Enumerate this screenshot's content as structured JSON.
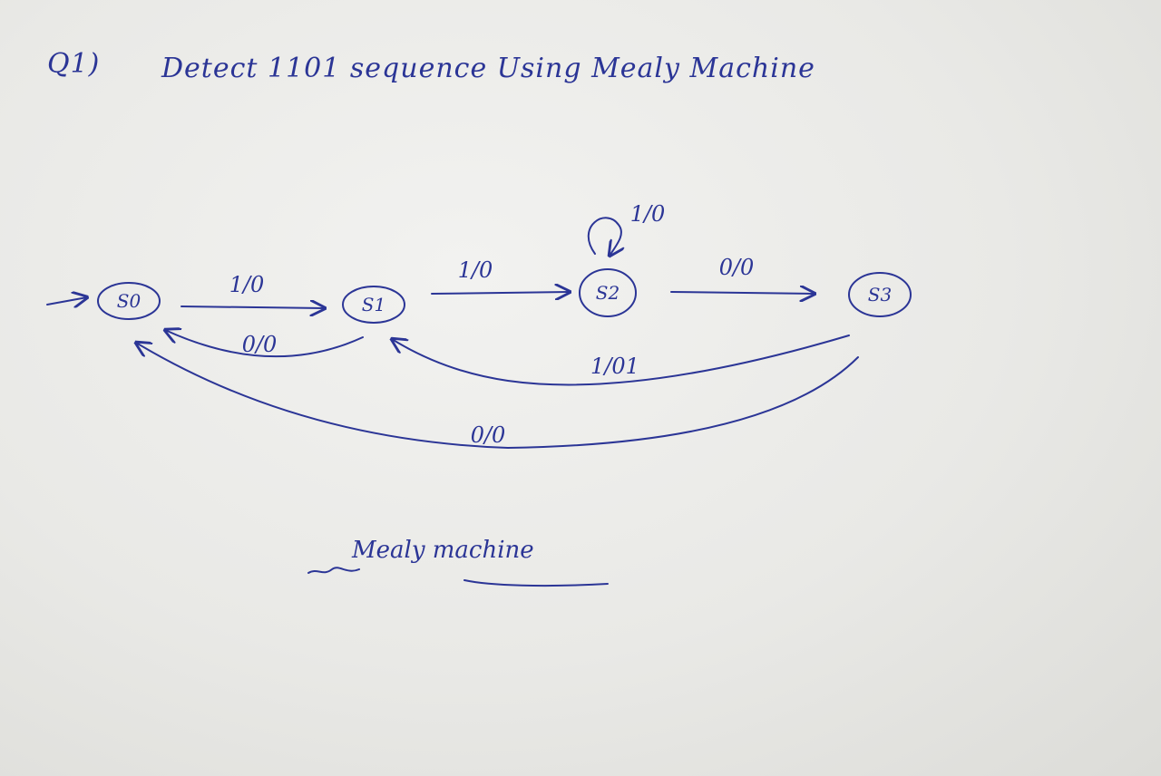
{
  "header": {
    "question_number": "Q1)",
    "title": "Detect 1101 sequence Using Mealy Machine"
  },
  "states": [
    {
      "id": "s0",
      "label": "S0",
      "initial": true
    },
    {
      "id": "s1",
      "label": "S1",
      "initial": false
    },
    {
      "id": "s2",
      "label": "S2",
      "initial": false
    },
    {
      "id": "s3",
      "label": "S3",
      "initial": false
    }
  ],
  "transitions": [
    {
      "from": "S0",
      "to": "S1",
      "label": "1/0"
    },
    {
      "from": "S1",
      "to": "S0",
      "label": "0/0"
    },
    {
      "from": "S1",
      "to": "S2",
      "label": "1/0"
    },
    {
      "from": "S2",
      "to": "S2",
      "label": "1/0"
    },
    {
      "from": "S2",
      "to": "S3",
      "label": "0/0"
    },
    {
      "from": "S3",
      "to": "S1",
      "label": "1/01"
    },
    {
      "from": "S3",
      "to": "S0",
      "label": "0/0"
    }
  ],
  "footer": {
    "caption": "Mealy machine"
  },
  "colors": {
    "ink": "#2b3596",
    "paper": "#ececea"
  }
}
